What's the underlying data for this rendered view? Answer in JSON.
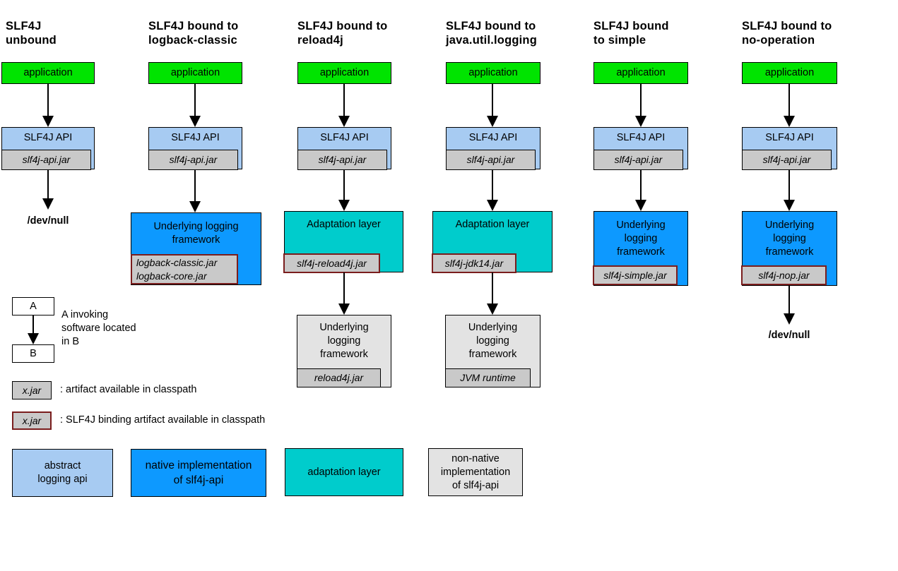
{
  "colors": {
    "application_green": "#00e400",
    "api_light_blue": "#a7cbf2",
    "jar_gray": "#c9c9c9",
    "native_impl_blue": "#0d99ff",
    "adaptation_teal": "#00cccc",
    "non_native_gray": "#e3e3e3",
    "binding_border_maroon": "#7a1d1d"
  },
  "columns": [
    {
      "title": [
        "SLF4J",
        "unbound"
      ],
      "application": "application",
      "api": "SLF4J API",
      "api_jar": "slf4j-api.jar",
      "sink": "/dev/null"
    },
    {
      "title": [
        "SLF4J bound to",
        "logback-classic"
      ],
      "application": "application",
      "api": "SLF4J API",
      "api_jar": "slf4j-api.jar",
      "framework": "Underlying logging framework",
      "framework_jars": [
        "logback-classic.jar",
        "logback-core.jar"
      ]
    },
    {
      "title": [
        "SLF4J bound to",
        "reload4j"
      ],
      "application": "application",
      "api": "SLF4J API",
      "api_jar": "slf4j-api.jar",
      "adaptation": "Adaptation layer",
      "binding_jar": "slf4j-reload4j.jar",
      "framework": "Underlying logging framework",
      "framework_jar": "reload4j.jar"
    },
    {
      "title": [
        "SLF4J bound to",
        "java.util.logging"
      ],
      "application": "application",
      "api": "SLF4J API",
      "api_jar": "slf4j-api.jar",
      "adaptation": "Adaptation layer",
      "binding_jar": "slf4j-jdk14.jar",
      "framework": "Underlying logging framework",
      "framework_jar": "JVM runtime"
    },
    {
      "title": [
        "SLF4J bound",
        "to simple"
      ],
      "application": "application",
      "api": "SLF4J API",
      "api_jar": "slf4j-api.jar",
      "framework": "Underlying logging framework",
      "binding_jar": "slf4j-simple.jar"
    },
    {
      "title": [
        "SLF4J bound to",
        "no-operation"
      ],
      "application": "application",
      "api": "SLF4J API",
      "api_jar": "slf4j-api.jar",
      "framework": "Underlying logging framework",
      "binding_jar": "slf4j-nop.jar",
      "sink": "/dev/null"
    }
  ],
  "legend": {
    "invoking": {
      "a": "A",
      "b": "B",
      "caption_lines": [
        "A invoking",
        "software located",
        "in B"
      ]
    },
    "artifact": {
      "box_label": "x.jar",
      "caption": ": artifact available in classpath"
    },
    "binding_artifact": {
      "box_label": "x.jar",
      "caption": ": SLF4J binding artifact available in classpath"
    },
    "swatches": [
      {
        "lines": [
          "abstract",
          "logging api"
        ]
      },
      {
        "lines": [
          "native implementation",
          "of slf4j-api"
        ]
      },
      {
        "lines": [
          "adaptation layer"
        ]
      },
      {
        "lines": [
          "non-native",
          "implementation",
          "of slf4j-api"
        ]
      }
    ]
  }
}
